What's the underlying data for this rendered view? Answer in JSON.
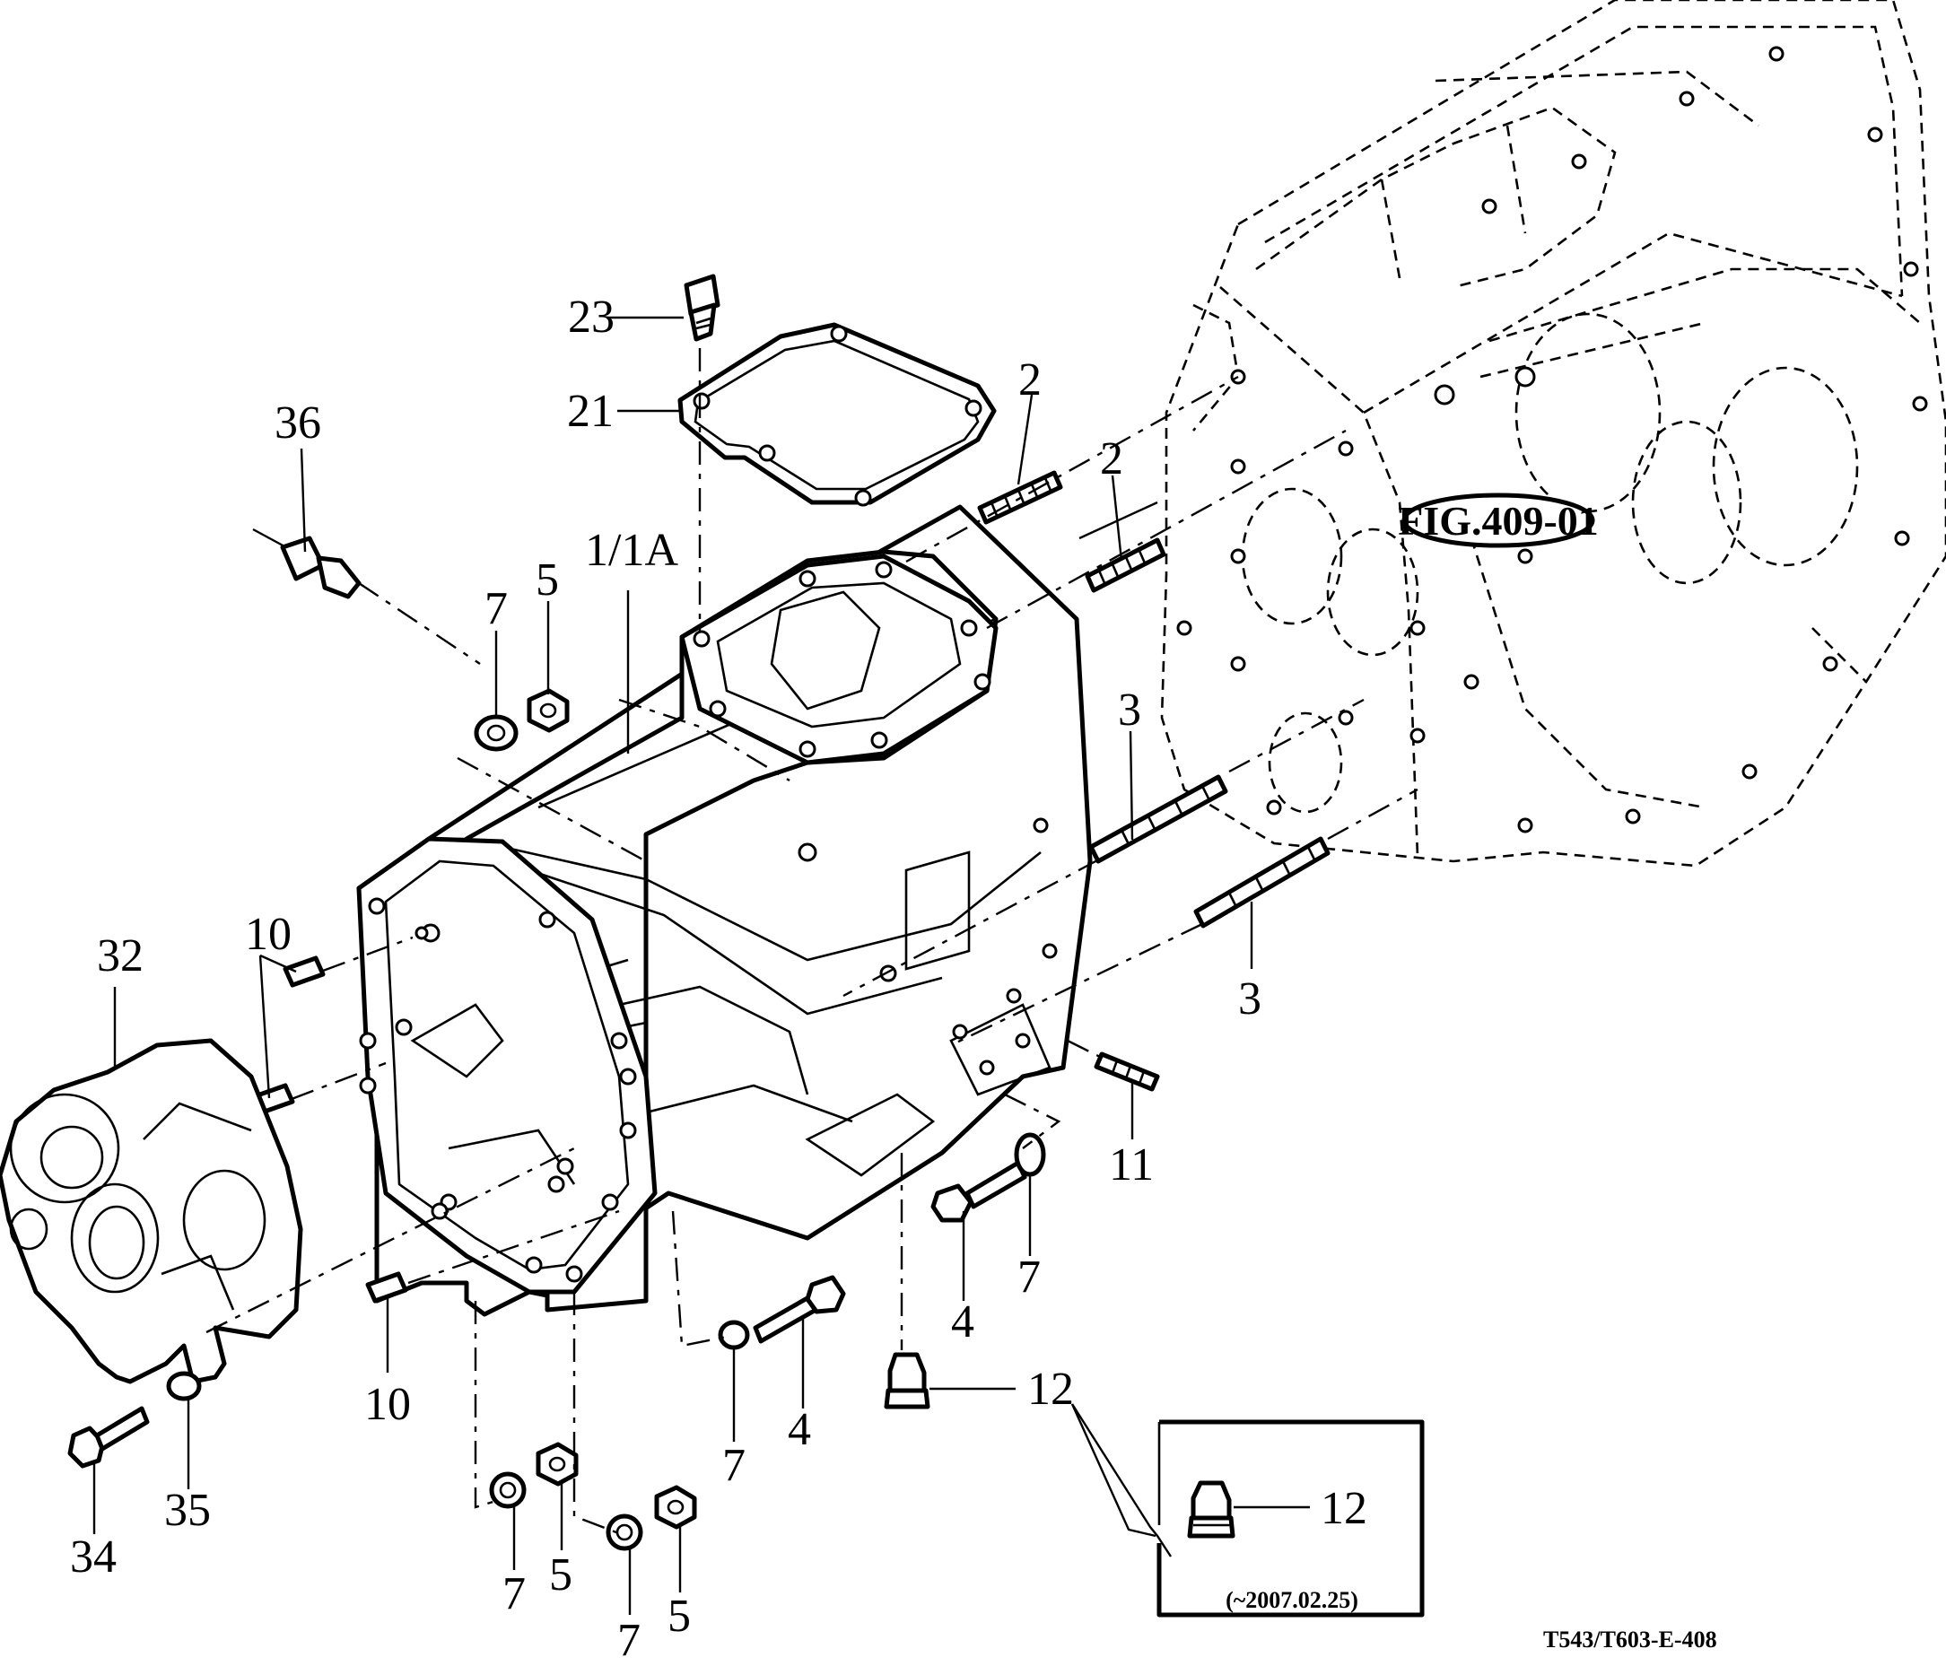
{
  "figure_ref": "FIG.409-01",
  "drawing_code": "T543/T603-E-408",
  "inset_caption": "(~2007.02.25)",
  "callouts": [
    {
      "id": "c-23",
      "text": "23"
    },
    {
      "id": "c-21",
      "text": "21"
    },
    {
      "id": "c-36",
      "text": "36"
    },
    {
      "id": "c-2a",
      "text": "2"
    },
    {
      "id": "c-2b",
      "text": "2"
    },
    {
      "id": "c-1-1a",
      "text": "1/1A"
    },
    {
      "id": "c-7a",
      "text": "7"
    },
    {
      "id": "c-5a",
      "text": "5"
    },
    {
      "id": "c-3a",
      "text": "3"
    },
    {
      "id": "c-3b",
      "text": "3"
    },
    {
      "id": "c-10a",
      "text": "10"
    },
    {
      "id": "c-32",
      "text": "32"
    },
    {
      "id": "c-11",
      "text": "11"
    },
    {
      "id": "c-4a",
      "text": "4"
    },
    {
      "id": "c-7b",
      "text": "7"
    },
    {
      "id": "c-10b",
      "text": "10"
    },
    {
      "id": "c-7c",
      "text": "7"
    },
    {
      "id": "c-4b",
      "text": "4"
    },
    {
      "id": "c-12a",
      "text": "12"
    },
    {
      "id": "c-12b",
      "text": "12"
    },
    {
      "id": "c-34",
      "text": "34"
    },
    {
      "id": "c-35",
      "text": "35"
    },
    {
      "id": "c-7d",
      "text": "7"
    },
    {
      "id": "c-5b",
      "text": "5"
    },
    {
      "id": "c-7e",
      "text": "7"
    },
    {
      "id": "c-5c",
      "text": "5"
    }
  ]
}
